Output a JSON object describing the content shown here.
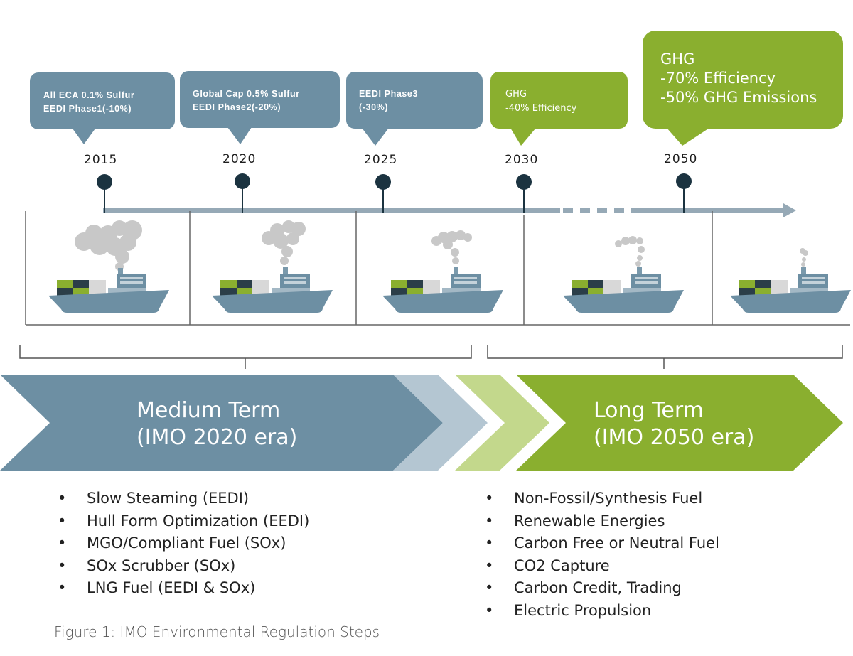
{
  "colors": {
    "slate": "#6d8fa3",
    "slate_light": "#b4c6d2",
    "green": "#8aaf2f",
    "green_light": "#c3d88c",
    "pin": "#1b3340",
    "line": "#96a9b6"
  },
  "timeline": [
    {
      "year": "2015",
      "lines": [
        "All ECA 0.1% Sulfur",
        "EEDI  Phase1(-10%)"
      ],
      "phase": "medium"
    },
    {
      "year": "2020",
      "lines": [
        "Global Cap 0.5% Sulfur",
        "EEDI  Phase2(-20%)"
      ],
      "phase": "medium"
    },
    {
      "year": "2025",
      "lines": [
        "EEDI  Phase3",
        "(-30%)"
      ],
      "phase": "medium"
    },
    {
      "year": "2030",
      "lines": [
        "GHG",
        "-40% Efficiency"
      ],
      "phase": "long"
    },
    {
      "year": "2050",
      "lines": [
        "GHG",
        "-70% Efficiency",
        "-50% GHG Emissions"
      ],
      "phase": "long"
    }
  ],
  "terms": {
    "medium": {
      "line1": "Medium Term",
      "line2": "(IMO 2020 era)"
    },
    "long": {
      "line1": "Long Term",
      "line2": "(IMO 2050 era)"
    }
  },
  "lists": {
    "bullet": "•",
    "medium": [
      "Slow Steaming (EEDI)",
      "Hull Form Optimization (EEDI)",
      "MGO/Compliant Fuel (SOx)",
      "SOx Scrubber (SOx)",
      "LNG Fuel (EEDI & SOx)"
    ],
    "long": [
      "Non-Fossil/Synthesis Fuel",
      "Renewable Energies",
      "Carbon Free or Neutral Fuel",
      "CO2 Capture",
      "Carbon Credit, Trading",
      "Electric Propulsion"
    ]
  },
  "caption": "Figure 1: IMO Environmental Regulation Steps"
}
